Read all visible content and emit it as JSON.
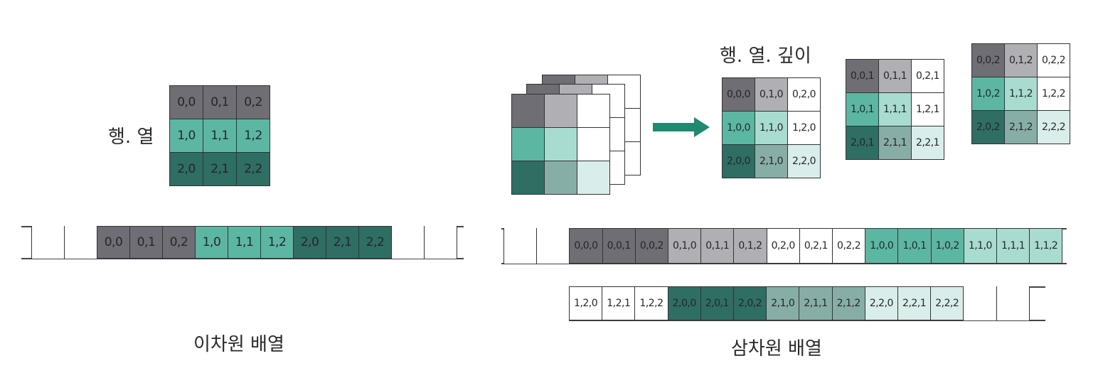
{
  "labels": {
    "row_col": "행. 열",
    "row_col_depth": "행. 열. 깊이",
    "caption_2d": "이차원 배열",
    "caption_3d": "삼차원 배열"
  },
  "colors": {
    "row0_dark": "#6f6e75",
    "row0_light": "#b0afb4",
    "row0_white": "#ffffff",
    "row1_dark": "#5cb7a2",
    "row1_light": "#a8dcd1",
    "row1_white": "#ffffff",
    "row2_dark": "#2f6e62",
    "row2_light": "#87aea6",
    "row2_white": "#d9eeea",
    "arrow": "#1f8a70"
  },
  "grid2d": {
    "cells": [
      [
        "0,0",
        "0,1",
        "0,2"
      ],
      [
        "1,0",
        "1,1",
        "1,2"
      ],
      [
        "2,0",
        "2,1",
        "2,2"
      ]
    ]
  },
  "array2d": {
    "cells": [
      "",
      "",
      "0,0",
      "0,1",
      "0,2",
      "1,0",
      "1,1",
      "1,2",
      "2,0",
      "2,1",
      "2,2",
      "",
      ""
    ]
  },
  "grids3d": [
    [
      [
        "0,0,0",
        "0,1,0",
        "0,2,0"
      ],
      [
        "1,0,0",
        "1,1,0",
        "1,2,0"
      ],
      [
        "2,0,0",
        "2,1,0",
        "2,2,0"
      ]
    ],
    [
      [
        "0,0,1",
        "0,1,1",
        "0,2,1"
      ],
      [
        "1,0,1",
        "1,1,1",
        "1,2,1"
      ],
      [
        "2,0,1",
        "2,1,1",
        "2,2,1"
      ]
    ],
    [
      [
        "0,0,2",
        "0,1,2",
        "0,2,2"
      ],
      [
        "1,0,2",
        "1,1,2",
        "1,2,2"
      ],
      [
        "2,0,2",
        "2,1,2",
        "2,2,2"
      ]
    ]
  ],
  "array3d_row1": {
    "cells": [
      "",
      "",
      "0,0,0",
      "0,0,1",
      "0,0,2",
      "0,1,0",
      "0,1,1",
      "0,1,2",
      "0,2,0",
      "0,2,1",
      "0,2,2",
      "1,0,0",
      "1,0,1",
      "1,0,2",
      "1,1,0",
      "1,1,1",
      "1,1,2"
    ]
  },
  "array3d_row2": {
    "cells": [
      "1,2,0",
      "1,2,1",
      "1,2,2",
      "2,0,0",
      "2,0,1",
      "2,0,2",
      "2,1,0",
      "2,1,1",
      "2,1,2",
      "2,2,0",
      "2,2,1",
      "2,2,2",
      "",
      ""
    ]
  }
}
